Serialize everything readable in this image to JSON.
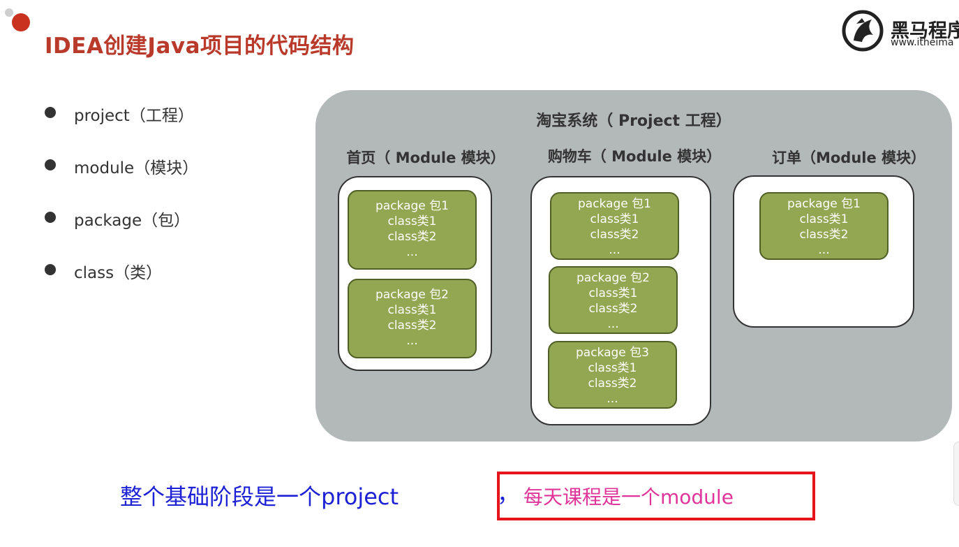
{
  "slide": {
    "title": "IDEA创建Java项目的代码结构"
  },
  "logo": {
    "name": "黑马程序",
    "url": "www.itheima"
  },
  "bullets": [
    "project（工程）",
    "module（模块）",
    "package（包）",
    "class（类）"
  ],
  "project": {
    "title": "淘宝系统（ Project 工程）",
    "modules": [
      {
        "title": "首页（ Module 模块）",
        "packages": [
          {
            "name": "package 包1",
            "classes": [
              "class类1",
              "class类2"
            ],
            "more": "..."
          },
          {
            "name": "package 包2",
            "classes": [
              "class类1",
              "class类2"
            ],
            "more": "..."
          }
        ]
      },
      {
        "title": "购物车（ Module 模块）",
        "packages": [
          {
            "name": "package 包1",
            "classes": [
              "class类1",
              "class类2"
            ],
            "more": "..."
          },
          {
            "name": "package 包2",
            "classes": [
              "class类1",
              "class类2"
            ],
            "more": "..."
          },
          {
            "name": "package 包3",
            "classes": [
              "class类1",
              "class类2"
            ],
            "more": "..."
          }
        ]
      },
      {
        "title": "订单（Module 模块）",
        "packages": [
          {
            "name": "package 包1",
            "classes": [
              "class类1",
              "class类2"
            ],
            "more": "..."
          }
        ]
      }
    ]
  },
  "annotation": {
    "text": "整个基础阶段是一个project",
    "separator": "，",
    "highlight": "每天课程是一个module"
  },
  "colors": {
    "title": "#b93a2a",
    "package_fill": "#93a753",
    "project_bg": "#b3b8b8",
    "annotation_blue": "#1d21d6",
    "annotation_pink": "#e0349a",
    "highlight_border": "#e8141c"
  }
}
